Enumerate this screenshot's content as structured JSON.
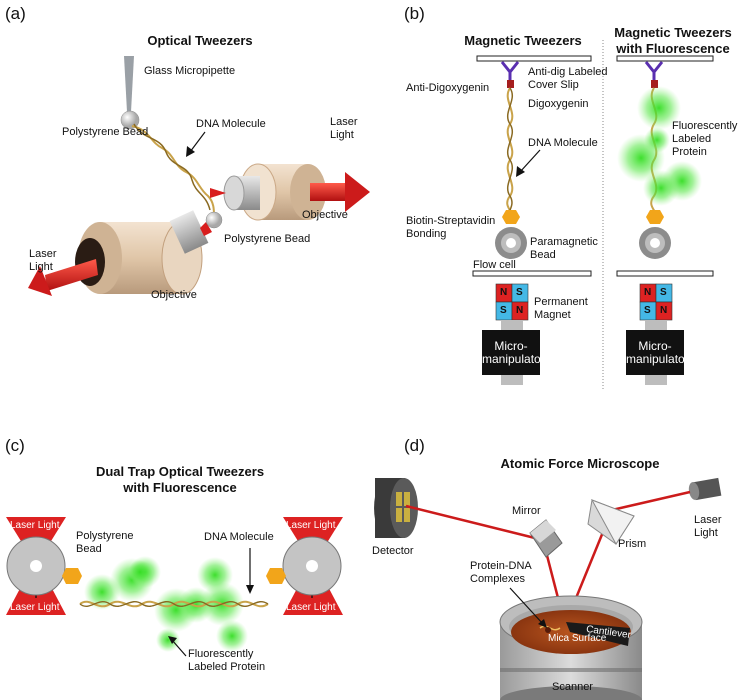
{
  "panels": {
    "a": {
      "tag": "(a)",
      "title": "Optical Tweezers",
      "labels": {
        "pipette": "Glass  Micropipette",
        "bead1": "Polystyrene  Bead",
        "dna": "DNA Molecule",
        "laser_right": "Laser\nLight",
        "objective_right": "Objective",
        "bead2": "Polystyrene  Bead",
        "laser_left": "Laser\nLight",
        "objective_left": "Objective"
      }
    },
    "b": {
      "tag": "(b)",
      "title": "Magnetic Tweezers",
      "title2": "Magnetic Tweezers\nwith Fluorescence",
      "labels": {
        "antidig_labeled": "Anti-dig Labeled",
        "cover_slip": "Cover Slip",
        "anti_digoxygenin": "Anti-Digoxygenin",
        "digoxygenin": "Digoxygenin",
        "dna": "DNA Molecule",
        "biotin": "Biotin-Streptavidin\nBonding",
        "paramagnetic": "Paramagnetic\nBead",
        "flow_cell": "Flow cell",
        "permanent_magnet": "Permanent\nMagnet",
        "micromanipulator": "Micro-\nmanipulator",
        "micromanipulator2": "Micro-\nmanipulator",
        "fluor_protein": "Fluorescently\nLabeled\nProtein",
        "magnet_letters": [
          "N",
          "S",
          "S",
          "N"
        ]
      }
    },
    "c": {
      "tag": "(c)",
      "title": "Dual Trap Optical Tweezers\nwith Fluorescence",
      "labels": {
        "laser_tl": "Laser Light",
        "laser_bl": "Laser Light",
        "laser_tr": "Laser Light",
        "laser_br": "Laser Light",
        "bead": "Polystyrene\nBead",
        "dna": "DNA Molecule",
        "fluor_protein": "Fluorescently\nLabeled Protein"
      }
    },
    "d": {
      "tag": "(d)",
      "title": "Atomic Force Microscope",
      "labels": {
        "mirror": "Mirror",
        "detector": "Detector",
        "prism": "Prism",
        "laser": "Laser\nLight",
        "complexes": "Protein-DNA\nComplexes",
        "cantilever": "Cantilever",
        "mica": "Mica Surface",
        "scanner": "Scanner"
      }
    }
  },
  "colors": {
    "laser": "#d81e1e",
    "objective": "#e3c9ad",
    "glow": "#33dd22",
    "magnet_red": "#dd2222",
    "magnet_blue": "#44b8e6",
    "linker": "#f2a51a"
  }
}
